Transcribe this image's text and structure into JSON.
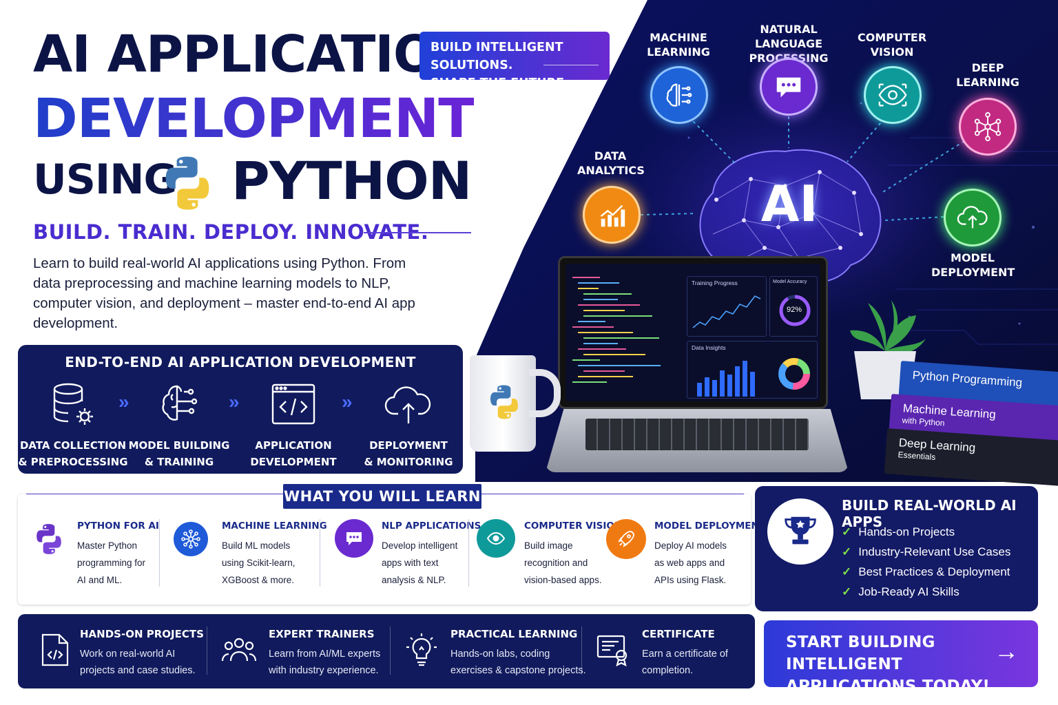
{
  "hero": {
    "line1": "AI APPLICATION",
    "line2": "DEVELOPMENT",
    "line3a": "USING",
    "line3b": "PYTHON",
    "tagline": "BUILD. TRAIN. DEPLOY. INNOVATE.",
    "intro": "Learn to build real-world AI applications using Python. From data preprocessing and machine learning models to NLP, computer vision, and deployment – master end-to-end AI app development."
  },
  "badge": {
    "line1": "BUILD INTELLIGENT SOLUTIONS.",
    "line2": "SHAPE THE FUTURE."
  },
  "brain_label": "AI",
  "topics": {
    "ml": [
      "MACHINE",
      "LEARNING"
    ],
    "nlp": [
      "NATURAL LANGUAGE",
      "PROCESSING"
    ],
    "cv": [
      "COMPUTER",
      "VISION"
    ],
    "dl": [
      "DEEP",
      "LEARNING"
    ],
    "da": [
      "DATA",
      "ANALYTICS"
    ],
    "md": [
      "MODEL",
      "DEPLOYMENT"
    ]
  },
  "laptop": {
    "training": "Training Progress",
    "accuracy_label": "Model Accuracy",
    "accuracy_value": "92%",
    "insights": "Data Insights"
  },
  "books": [
    {
      "title": "Python Programming",
      "sub": ""
    },
    {
      "title": "Machine Learning",
      "sub": "with Python"
    },
    {
      "title": "Deep Learning",
      "sub": "Essentials"
    }
  ],
  "pipeline": {
    "title": "END-TO-END AI APPLICATION DEVELOPMENT",
    "steps": [
      {
        "l1": "DATA COLLECTION",
        "l2": "& PREPROCESSING"
      },
      {
        "l1": "MODEL BUILDING",
        "l2": "& TRAINING"
      },
      {
        "l1": "APPLICATION",
        "l2": "DEVELOPMENT"
      },
      {
        "l1": "DEPLOYMENT",
        "l2": "& MONITORING"
      }
    ]
  },
  "learn": {
    "title": "WHAT YOU WILL LEARN",
    "items": [
      {
        "title": "PYTHON FOR AI",
        "d1": "Master Python",
        "d2": "programming for",
        "d3": "AI and ML."
      },
      {
        "title": "MACHINE LEARNING",
        "d1": "Build ML models",
        "d2": "using Scikit-learn,",
        "d3": "XGBoost & more."
      },
      {
        "title": "NLP APPLICATIONS",
        "d1": "Develop intelligent",
        "d2": "apps with text",
        "d3": "analysis & NLP."
      },
      {
        "title": "COMPUTER VISION",
        "d1": "Build image",
        "d2": "recognition and",
        "d3": "vision-based apps."
      },
      {
        "title": "MODEL DEPLOYMENT",
        "d1": "Deploy AI models",
        "d2": "as web apps and",
        "d3": "APIs using Flask."
      }
    ]
  },
  "apps": {
    "title": "BUILD REAL-WORLD AI APPS",
    "items": [
      "Hands-on Projects",
      "Industry-Relevant Use Cases",
      "Best Practices & Deployment",
      "Job-Ready AI Skills"
    ]
  },
  "features": [
    {
      "title": "HANDS-ON PROJECTS",
      "d1": "Work on real-world AI",
      "d2": "projects and case studies."
    },
    {
      "title": "EXPERT TRAINERS",
      "d1": "Learn from AI/ML experts",
      "d2": "with industry experience."
    },
    {
      "title": "PRACTICAL LEARNING",
      "d1": "Hands-on labs, coding",
      "d2": "exercises & capstone projects."
    },
    {
      "title": "CERTIFICATE",
      "d1": "Earn a certificate of",
      "d2": "completion."
    }
  ],
  "cta": {
    "line1": "START BUILDING INTELLIGENT",
    "line2": "APPLICATIONS TODAY!",
    "arrow": "→"
  },
  "colors": {
    "navy": "#101a5c",
    "accent_purple": "#6a24d6",
    "accent_blue": "#1f3fc9",
    "check_green": "#7ee04a"
  }
}
